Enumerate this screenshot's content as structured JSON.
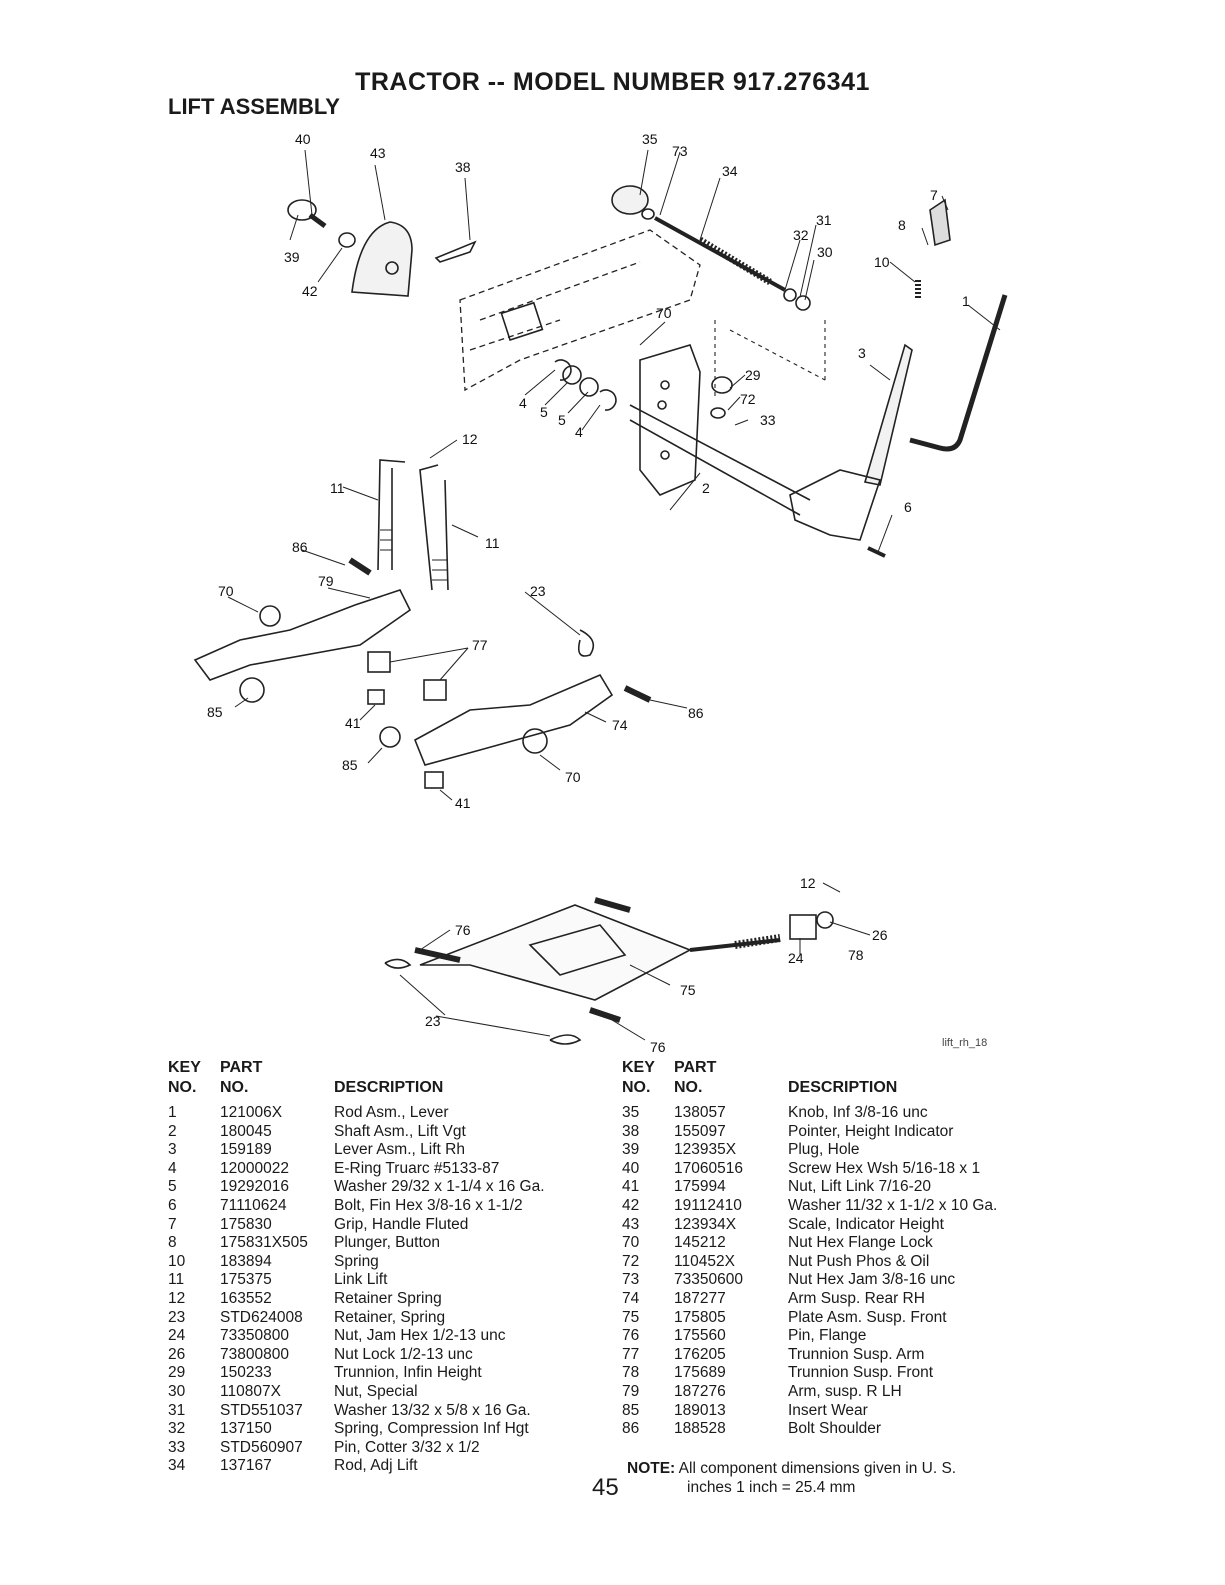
{
  "header": {
    "title": "TRACTOR -- MODEL NUMBER 917.276341",
    "section": "LIFT ASSEMBLY"
  },
  "diagram": {
    "image_code": "lift_rh_18",
    "callouts": [
      "40",
      "43",
      "38",
      "39",
      "42",
      "35",
      "73",
      "34",
      "31",
      "32",
      "30",
      "7",
      "8",
      "10",
      "1",
      "3",
      "70",
      "29",
      "72",
      "33",
      "4",
      "5",
      "5",
      "4",
      "12",
      "11",
      "11",
      "86",
      "79",
      "23",
      "70",
      "77",
      "2",
      "6",
      "85",
      "41",
      "74",
      "86",
      "85",
      "70",
      "41",
      "12",
      "76",
      "26",
      "24",
      "78",
      "75",
      "23",
      "76"
    ]
  },
  "table_headers": {
    "key_line1": "KEY",
    "key_line2": "NO.",
    "part_line1": "PART",
    "part_line2": "NO.",
    "description": "DESCRIPTION"
  },
  "parts_left": [
    {
      "key": "1",
      "part": "121006X",
      "desc": "Rod Asm., Lever"
    },
    {
      "key": "2",
      "part": "180045",
      "desc": "Shaft Asm., Lift Vgt"
    },
    {
      "key": "3",
      "part": "159189",
      "desc": "Lever Asm., Lift Rh"
    },
    {
      "key": "4",
      "part": "12000022",
      "desc": "E-Ring Truarc #5133-87"
    },
    {
      "key": "5",
      "part": "19292016",
      "desc": "Washer 29/32 x 1-1/4 x 16 Ga."
    },
    {
      "key": "6",
      "part": "71110624",
      "desc": "Bolt, Fin Hex 3/8-16 x 1-1/2"
    },
    {
      "key": "7",
      "part": "175830",
      "desc": "Grip, Handle Fluted"
    },
    {
      "key": "8",
      "part": "175831X505",
      "desc": "Plunger, Button"
    },
    {
      "key": "10",
      "part": "183894",
      "desc": "Spring"
    },
    {
      "key": "11",
      "part": "175375",
      "desc": "Link Lift"
    },
    {
      "key": "12",
      "part": "163552",
      "desc": "Retainer Spring"
    },
    {
      "key": "23",
      "part": "STD624008",
      "desc": "Retainer, Spring"
    },
    {
      "key": "24",
      "part": "73350800",
      "desc": "Nut, Jam Hex 1/2-13 unc"
    },
    {
      "key": "26",
      "part": "73800800",
      "desc": "Nut Lock 1/2-13 unc"
    },
    {
      "key": "29",
      "part": "150233",
      "desc": "Trunnion, Infin Height"
    },
    {
      "key": "30",
      "part": "110807X",
      "desc": "Nut, Special"
    },
    {
      "key": "31",
      "part": "STD551037",
      "desc": "Washer 13/32 x 5/8 x 16 Ga."
    },
    {
      "key": "32",
      "part": "137150",
      "desc": "Spring, Compression Inf Hgt"
    },
    {
      "key": "33",
      "part": "STD560907",
      "desc": "Pin, Cotter 3/32 x 1/2"
    },
    {
      "key": "34",
      "part": "137167",
      "desc": "Rod, Adj Lift"
    }
  ],
  "parts_right": [
    {
      "key": "35",
      "part": "138057",
      "desc": "Knob, Inf 3/8-16 unc"
    },
    {
      "key": "38",
      "part": "155097",
      "desc": "Pointer, Height Indicator"
    },
    {
      "key": "39",
      "part": "123935X",
      "desc": "Plug, Hole"
    },
    {
      "key": "40",
      "part": "17060516",
      "desc": "Screw Hex Wsh 5/16-18 x 1"
    },
    {
      "key": "41",
      "part": "175994",
      "desc": "Nut, Lift Link 7/16-20"
    },
    {
      "key": "42",
      "part": "19112410",
      "desc": "Washer 11/32 x 1-1/2 x 10 Ga."
    },
    {
      "key": "43",
      "part": "123934X",
      "desc": "Scale, Indicator Height"
    },
    {
      "key": "70",
      "part": "145212",
      "desc": "Nut Hex Flange Lock"
    },
    {
      "key": "72",
      "part": "110452X",
      "desc": "Nut Push Phos & Oil"
    },
    {
      "key": "73",
      "part": "73350600",
      "desc": "Nut Hex Jam 3/8-16 unc"
    },
    {
      "key": "74",
      "part": "187277",
      "desc": "Arm Susp. Rear RH"
    },
    {
      "key": "75",
      "part": "175805",
      "desc": "Plate Asm. Susp. Front"
    },
    {
      "key": "76",
      "part": "175560",
      "desc": "Pin, Flange"
    },
    {
      "key": "77",
      "part": "176205",
      "desc": "Trunnion Susp. Arm"
    },
    {
      "key": "78",
      "part": "175689",
      "desc": "Trunnion Susp. Front"
    },
    {
      "key": "79",
      "part": "187276",
      "desc": "Arm, susp. R LH"
    },
    {
      "key": "85",
      "part": "189013",
      "desc": "Insert Wear"
    },
    {
      "key": "86",
      "part": "188528",
      "desc": "Bolt Shoulder"
    }
  ],
  "note": {
    "label": "NOTE:",
    "line1": "All component dimensions given in U. S.",
    "line2": "inches 1 inch = 25.4 mm"
  },
  "page_number": "45"
}
